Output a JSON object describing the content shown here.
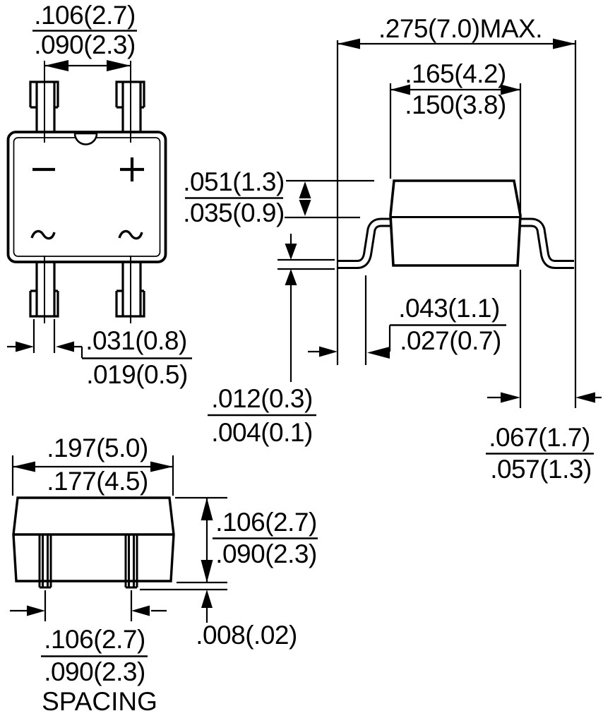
{
  "colors": {
    "line": "#000000",
    "background": "#ffffff"
  },
  "front_view": {
    "pin_spacing_dim": {
      "max": ".106(2.7)",
      "min": ".090(2.3)"
    },
    "lead_width_dim": {
      "max": ".031(0.8)",
      "min": ".019(0.5)"
    },
    "markings": {
      "negative": "minus-symbol-icon",
      "positive": "plus-symbol-icon",
      "ac_left": "tilde-symbol-icon",
      "ac_right": "tilde-symbol-icon"
    }
  },
  "side_view": {
    "overall_width_dim": {
      "label": ".275(7.0)MAX."
    },
    "body_width_dim": {
      "max": ".165(4.2)",
      "min": ".150(3.8)"
    },
    "body_top_height_dim": {
      "max": ".051(1.3)",
      "min": ".035(0.9)"
    },
    "lead_thickness_dim": {
      "max": ".012(0.3)",
      "min": ".004(0.1)"
    },
    "foot_length_dim": {
      "max": ".043(1.1)",
      "min": ".027(0.7)"
    },
    "lead_span_dim": {
      "max": ".067(1.7)",
      "min": ".057(1.3)"
    }
  },
  "bottom_view": {
    "body_length_dim": {
      "max": ".197(5.0)",
      "min": ".177(4.5)"
    },
    "body_height_dim": {
      "max": ".106(2.7)",
      "min": ".090(2.3)"
    },
    "standoff_dim": {
      "label": ".008(.02)"
    },
    "lead_spacing_dim": {
      "max": ".106(2.7)",
      "min": ".090(2.3)",
      "caption": "SPACING"
    }
  }
}
